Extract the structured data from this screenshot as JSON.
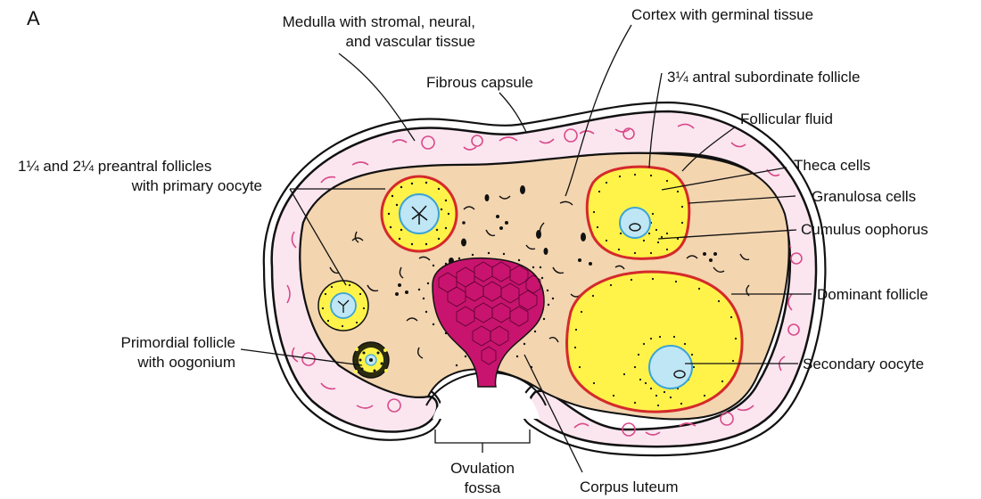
{
  "figure": {
    "panel_letter": "A",
    "labels": {
      "medulla": [
        "Medulla with stromal, neural,",
        "and vascular tissue"
      ],
      "cortex": "Cortex with germinal tissue",
      "fibrous_capsule": "Fibrous capsule",
      "antral_follicle": "3¼ antral subordinate follicle",
      "follicular_fluid": "Follicular fluid",
      "preantral": [
        "1¼ and 2¼ preantral follicles",
        "with primary oocyte"
      ],
      "theca": "Theca cells",
      "granulosa": "Granulosa cells",
      "cumulus": "Cumulus oophorus",
      "dominant": "Dominant follicle",
      "primordial": [
        "Primordial follicle",
        "with oogonium"
      ],
      "secondary_oocyte": "Secondary oocyte",
      "ovulation_fossa": [
        "Ovulation",
        "fossa"
      ],
      "corpus_luteum": "Corpus luteum"
    }
  },
  "colors": {
    "capsule_fill": "#fbe6f0",
    "capsule_squiggle": "#d94a8a",
    "cortex_fill": "#f3d5b0",
    "follicle_yellow": "#fff34a",
    "theca_red": "#d42a2a",
    "oocyte_blue": "#bfe6f5",
    "oocyte_stroke": "#3aa3d6",
    "corpus_luteum": "#c8146e",
    "outline": "#111111"
  }
}
